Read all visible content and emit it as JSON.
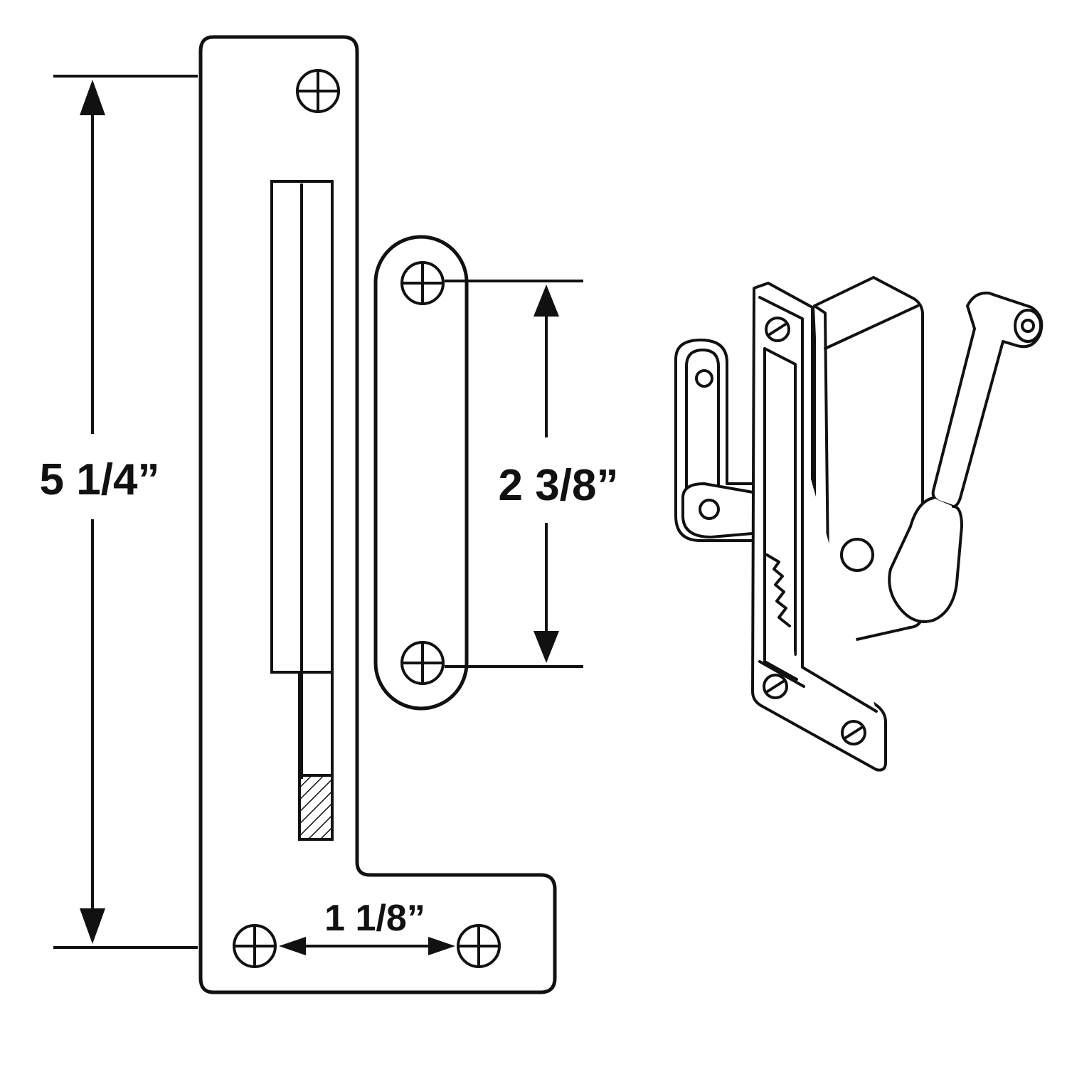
{
  "dimensions": {
    "overall_height": "5 1/4”",
    "hole_spacing_vertical": "2 3/8”",
    "hole_spacing_horizontal": "1 1/8”"
  },
  "colors": {
    "line": "#111111",
    "background": "#ffffff"
  }
}
